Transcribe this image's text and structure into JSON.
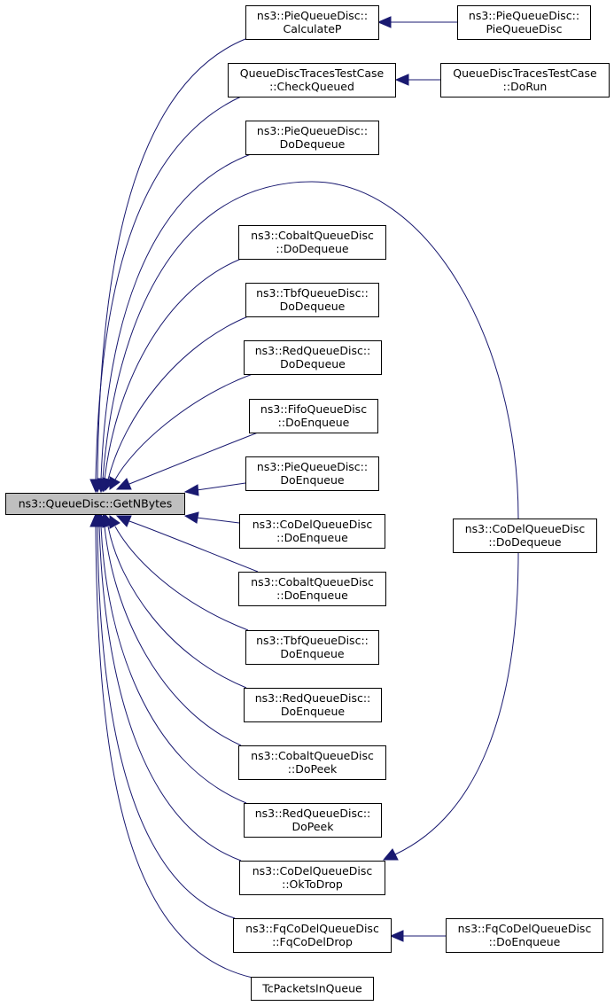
{
  "graph": {
    "edge_color": "#191970",
    "root_fill": "#bfbfbf",
    "nodes": {
      "root": {
        "lines": [
          "ns3::QueueDisc::GetNBytes"
        ]
      },
      "pie_calcp": {
        "lines": [
          "ns3::PieQueueDisc::",
          "CalculateP"
        ]
      },
      "pie_ctor": {
        "lines": [
          "ns3::PieQueueDisc::",
          "PieQueueDisc"
        ]
      },
      "qdt_checkqueued": {
        "lines": [
          "QueueDiscTracesTestCase",
          "::CheckQueued"
        ]
      },
      "qdt_dorun": {
        "lines": [
          "QueueDiscTracesTestCase",
          "::DoRun"
        ]
      },
      "pie_dodequeue": {
        "lines": [
          "ns3::PieQueueDisc::",
          "DoDequeue"
        ]
      },
      "cobalt_dodequeue": {
        "lines": [
          "ns3::CobaltQueueDisc",
          "::DoDequeue"
        ]
      },
      "tbf_dodequeue": {
        "lines": [
          "ns3::TbfQueueDisc::",
          "DoDequeue"
        ]
      },
      "red_dodequeue": {
        "lines": [
          "ns3::RedQueueDisc::",
          "DoDequeue"
        ]
      },
      "fifo_doenqueue": {
        "lines": [
          "ns3::FifoQueueDisc",
          "::DoEnqueue"
        ]
      },
      "pie_doenqueue": {
        "lines": [
          "ns3::PieQueueDisc::",
          "DoEnqueue"
        ]
      },
      "codel_doenqueue": {
        "lines": [
          "ns3::CoDelQueueDisc",
          "::DoEnqueue"
        ]
      },
      "codel_dodequeue": {
        "lines": [
          "ns3::CoDelQueueDisc",
          "::DoDequeue"
        ]
      },
      "cobalt_doenqueue": {
        "lines": [
          "ns3::CobaltQueueDisc",
          "::DoEnqueue"
        ]
      },
      "tbf_doenqueue": {
        "lines": [
          "ns3::TbfQueueDisc::",
          "DoEnqueue"
        ]
      },
      "red_doenqueue": {
        "lines": [
          "ns3::RedQueueDisc::",
          "DoEnqueue"
        ]
      },
      "cobalt_dopeek": {
        "lines": [
          "ns3::CobaltQueueDisc",
          "::DoPeek"
        ]
      },
      "red_dopeek": {
        "lines": [
          "ns3::RedQueueDisc::",
          "DoPeek"
        ]
      },
      "codel_oktodrop": {
        "lines": [
          "ns3::CoDelQueueDisc",
          "::OkToDrop"
        ]
      },
      "fqcodel_drop": {
        "lines": [
          "ns3::FqCoDelQueueDisc",
          "::FqCoDelDrop"
        ]
      },
      "fqcodel_doenqueue": {
        "lines": [
          "ns3::FqCoDelQueueDisc",
          "::DoEnqueue"
        ]
      },
      "tcpackets": {
        "lines": [
          "TcPacketsInQueue"
        ]
      }
    }
  }
}
